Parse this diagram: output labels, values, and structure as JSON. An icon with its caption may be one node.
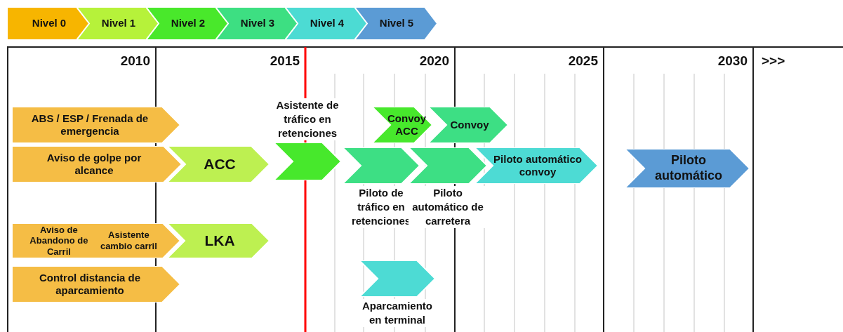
{
  "diagram": {
    "nodes": [
      {
        "text": [
          "ABS / ESP / Frenada de emergencia"
        ]
      },
      {
        "text": [
          "Aviso de golpe por alcance"
        ]
      },
      {
        "text": [
          "ACC"
        ]
      },
      {
        "text": [],
        "shape": "chevron",
        "beside": [
          "Asistente de tráfico en retenciones"
        ]
      },
      {
        "text": [],
        "shape": "chevron",
        "beside": [
          "Piloto de tráfico en retenciones"
        ]
      },
      {
        "text": [],
        "shape": "chevron",
        "beside": [
          "Piloto automático de carretera"
        ]
      },
      {
        "text": [
          "Convoy ACC"
        ]
      },
      {
        "text": [
          "Convoy"
        ]
      },
      {
        "text": [
          "Piloto automático convoy"
        ]
      },
      {
        "text": [
          "Piloto automático"
        ]
      },
      {
        "text": [
          "Aviso de Abandono de Carril",
          "Asistente cambio carril"
        ]
      },
      {
        "text": [
          "LKA"
        ]
      },
      {
        "text": [
          "Control distancia de aparcamiento"
        ]
      },
      {
        "text": [],
        "shape": "chevron",
        "beside": [
          "Aparcamiento en terminal"
        ]
      }
    ],
    "labels": [
      "2010",
      "2015",
      "2020",
      "2025",
      "2030",
      ">>>"
    ],
    "legend": [
      {
        "text": "Nivel 0",
        "color": "#f7b500"
      },
      {
        "text": "Nivel 1",
        "color": "#b6f23a"
      },
      {
        "text": "Nivel 2",
        "color": "#49e82b"
      },
      {
        "text": "Nivel 3",
        "color": "#3ddf82"
      },
      {
        "text": "Nivel 4",
        "color": "#4cdbd3"
      },
      {
        "text": "Nivel 5",
        "color": "#5b9bd5"
      }
    ]
  }
}
